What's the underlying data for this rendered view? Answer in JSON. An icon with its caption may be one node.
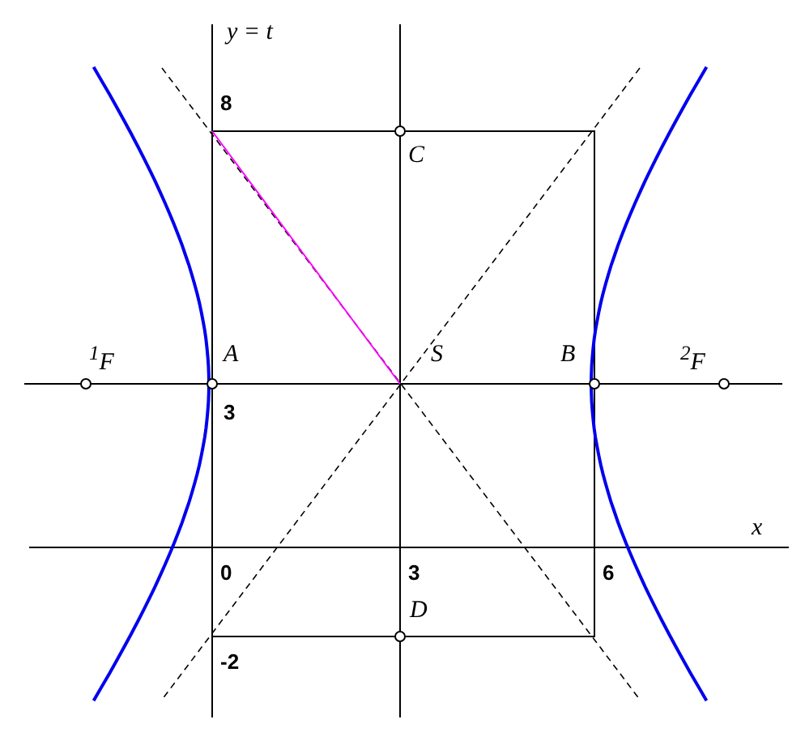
{
  "diagram": {
    "labels": [
      "y = t",
      "8",
      "C",
      "$^{1}$F",
      "A",
      "3",
      "S",
      "B",
      "$^{2}$F",
      "x",
      "0",
      "3",
      "6",
      "D",
      "-2"
    ]
  }
}
